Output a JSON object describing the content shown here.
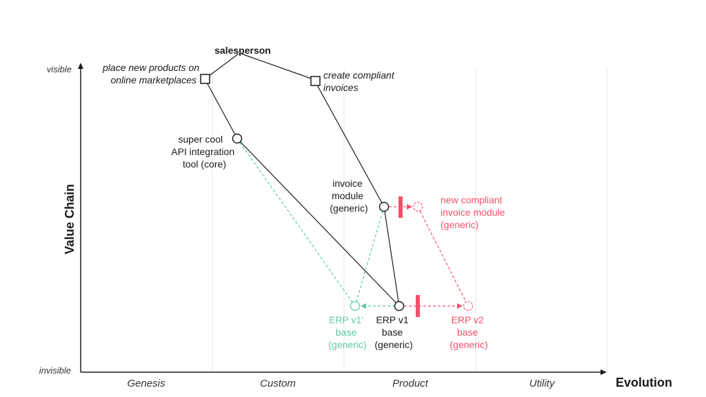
{
  "axes": {
    "y_label": "Value Chain",
    "x_label": "Evolution",
    "y_top": "visible",
    "y_bottom": "invisible",
    "stages": [
      "Genesis",
      "Custom",
      "Product",
      "Utility"
    ]
  },
  "nodes": {
    "salesperson": "salesperson",
    "place_products": [
      "place new products on",
      "online marketplaces"
    ],
    "create_invoices": [
      "create compliant",
      "invoices"
    ],
    "api_tool": [
      "super cool",
      "API integration",
      "tool (core)"
    ],
    "invoice_module": [
      "invoice",
      "module",
      "(generic)"
    ],
    "new_invoice_module": [
      "new compliant",
      "invoice module",
      "(generic)"
    ],
    "erp_v1": [
      "ERP v1",
      "base",
      "(generic)"
    ],
    "erp_v1_prime": [
      "ERP v1'",
      "base",
      "(generic)"
    ],
    "erp_v2": [
      "ERP v2",
      "base",
      "(generic)"
    ]
  },
  "colors": {
    "ink": "#1a1a1a",
    "green": "#5ccaa4",
    "red": "#f4506a",
    "grid": "#e4e4e4"
  }
}
